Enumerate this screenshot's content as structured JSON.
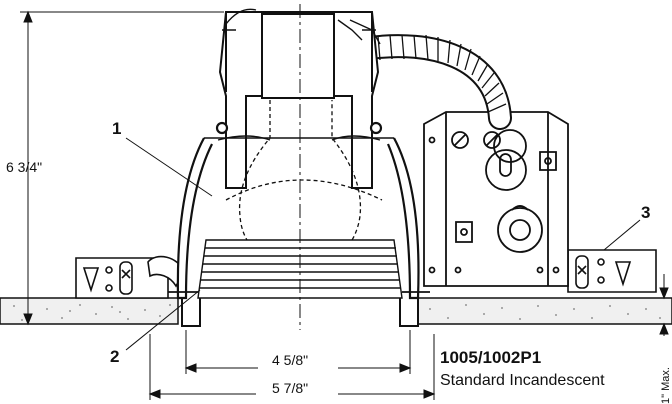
{
  "dimensions": {
    "height": "6 3/4\"",
    "aperture": "4 5/8\"",
    "outer_width": "5 7/8\"",
    "ceiling_max": "1\" Max."
  },
  "callouts": {
    "housing": "1",
    "trim": "2",
    "bracket": "3"
  },
  "caption": {
    "model": "1005/1002P1",
    "description": "Standard Incandescent"
  }
}
